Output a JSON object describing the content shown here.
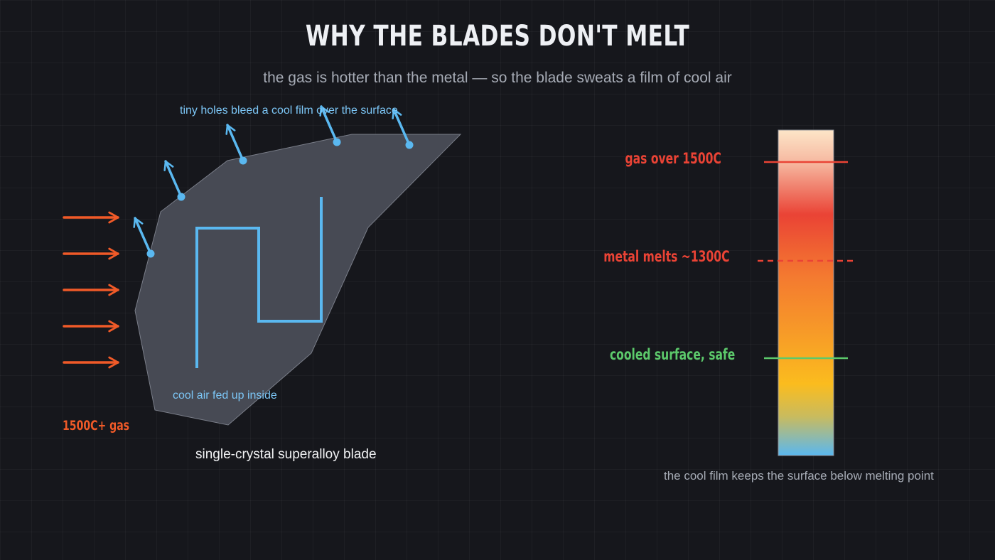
{
  "title": "WHY THE BLADES DON'T MELT",
  "subtitle": "the gas is hotter than the metal — so the blade sweats a film of cool air",
  "blade": {
    "gas_label": "1500C+ gas",
    "holes_label": "tiny holes bleed a cool film over the surface",
    "cool_air_label": "cool air fed up inside",
    "blade_label": "single-crystal superalloy blade"
  },
  "thermometer": {
    "gas_over_label": "gas over 1500C",
    "melts_label": "metal melts ~1300C",
    "cooled_label": "cooled surface, safe",
    "caption": "the cool film keeps the surface below melting point"
  },
  "colors": {
    "background": "#16171c",
    "hot_gas": "#f05a28",
    "cool_air": "#5ab8f0",
    "danger": "#ea4335",
    "safe": "#5cc96b",
    "blade_fill": "#474a54"
  },
  "icons": [
    "hot-gas-arrow",
    "cooling-channel",
    "film-cooling-hole",
    "film-arrow",
    "temperature-gradient-bar"
  ]
}
